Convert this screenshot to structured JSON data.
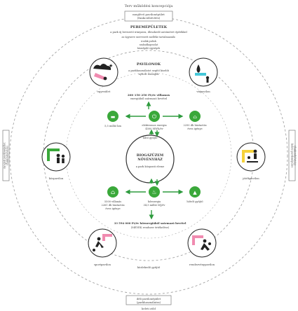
{
  "header": {
    "title": "Terv működési koncepciója"
  },
  "top_box": {
    "line1": "meglévő pavilonépület",
    "line2": "(funkcióbővítés)"
  },
  "peremepuletek": {
    "title": "PEREMÉPÜLETEK",
    "desc": "a park új bevezető irányaira, illeszkedő autóméret építőkkel",
    "line1": "az úgyneve szervezett melléke tartalmazzák:",
    "line2": "irodák pultok",
    "line3": "szabadkapcsolat",
    "line4": "kiszolgáló egységek"
  },
  "pavilonok": {
    "title": "PAVILONOK",
    "desc1": "a parkhasználatot segítő kisebb",
    "desc2": "nyitott tömegek"
  },
  "pavilions": {
    "top_left": "egyesület",
    "top_right": "vízpavilon",
    "left": "közpavilon",
    "right": "játékpavilon",
    "bottom_left": "sportpavilon",
    "bottom_right": "rendezvénypavilon"
  },
  "energy": {
    "top_numbers": "200 150 250 Ft/év villamos",
    "top_numbers2": "energiából származó bevétel",
    "electric": "elektromos energia",
    "electric_amount": "4500 MWh/év",
    "left_value": "5,5 millió km",
    "right_value1": "2250 db háztartás",
    "right_value2": "éves igénye"
  },
  "center": {
    "title1": "BIOGÁZÜZEM",
    "title2": "NÖVÉNYHÁZ",
    "subtitle": "a park központi eleme",
    "upper_label": "hűtő gyűjtő",
    "lower_label": "hőenergia"
  },
  "heat": {
    "label": "hőenergia",
    "amount": "34,5 millió MJ/év",
    "left1": "5500 villanás",
    "left2": "2261 db háztartás",
    "left3": "éves igénye",
    "right": "hőtelt gyűjtő",
    "bottom1": "33 594 000 Ft/év hőenergiából származó bevétel",
    "bottom2": "(MEVEK rendszer értékelése)"
  },
  "bottom": {
    "mid_label": "közlekedő gyűjtő",
    "box_line1": "déli pavilonépület",
    "box_line2": "(parkhasználatra)",
    "footer": "keleti zöld"
  },
  "side_boxes": {
    "left1": "nyugati pavilonépület",
    "left2": "(funkcióbővítés)",
    "right1": "keleti pavilonépület",
    "right2": "(funkcióbővítés)"
  },
  "colors": {
    "green": "#3aa83a",
    "arrow": "#2e9b3e",
    "pink": "#f08bb0",
    "cyan": "#45c7d9",
    "yellow": "#f5d23a",
    "ring": "#888888"
  }
}
